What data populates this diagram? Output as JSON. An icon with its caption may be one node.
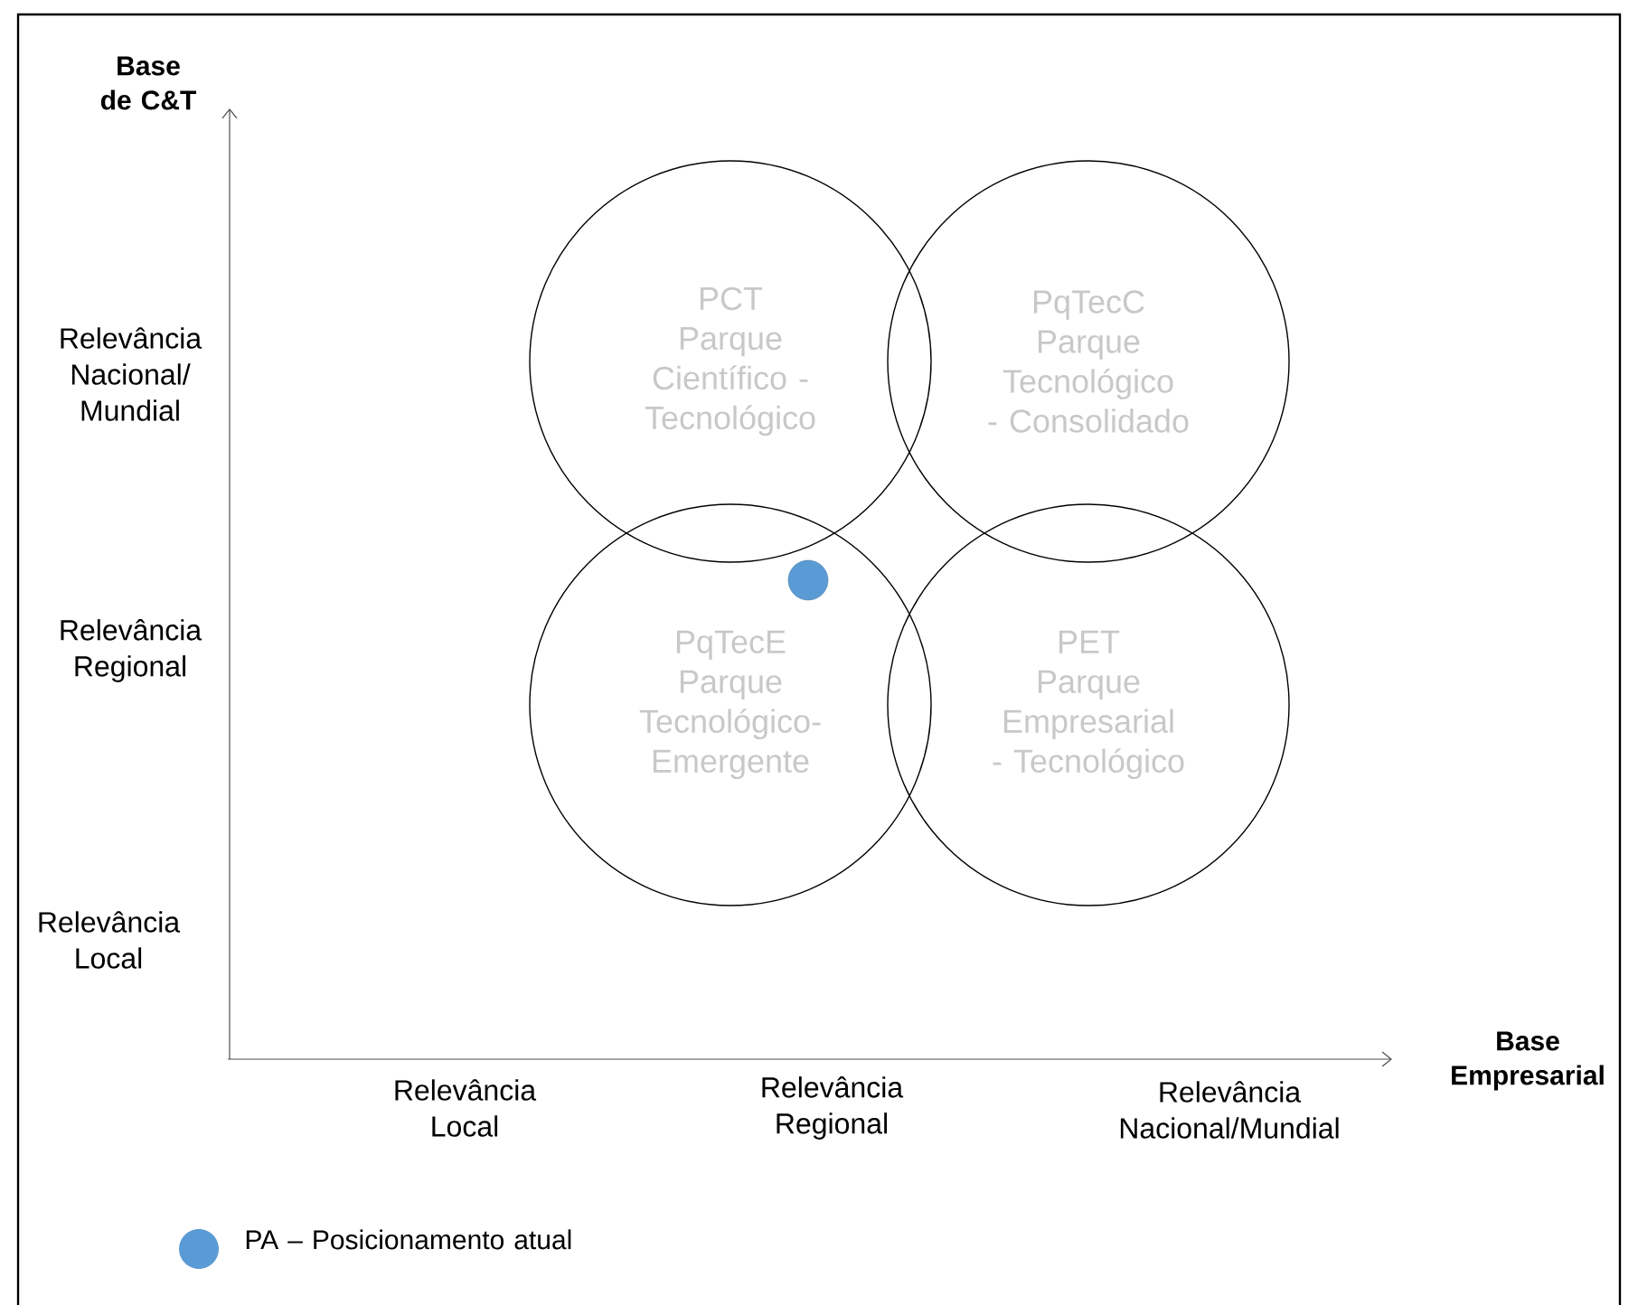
{
  "diagram": {
    "nodes": [
      {
        "text": [
          "PCT",
          "Parque Científico - Tecnológico"
        ]
      },
      {
        "text": [
          "PqTecC",
          "Parque Tecnológico - Consolidado"
        ]
      },
      {
        "text": [
          "PqTecE",
          "Parque Tecnológico- Emergente"
        ]
      },
      {
        "text": [
          "PET",
          "Parque Empresarial - Tecnológico"
        ]
      },
      {
        "text": [],
        "shape": "circle",
        "in": 2
      }
    ],
    "edges": [],
    "labels": [
      "Base de C&T",
      "Relevância Nacional/ Mundial",
      "Relevância Regional",
      "Relevância Local",
      "Base Empresarial",
      "Relevância Local",
      "Relevância Regional",
      "Relevância Nacional/Mundial"
    ],
    "legend": [
      {
        "text": "PA – Posicionamento atual",
        "color": "#5b9bd5"
      }
    ]
  }
}
